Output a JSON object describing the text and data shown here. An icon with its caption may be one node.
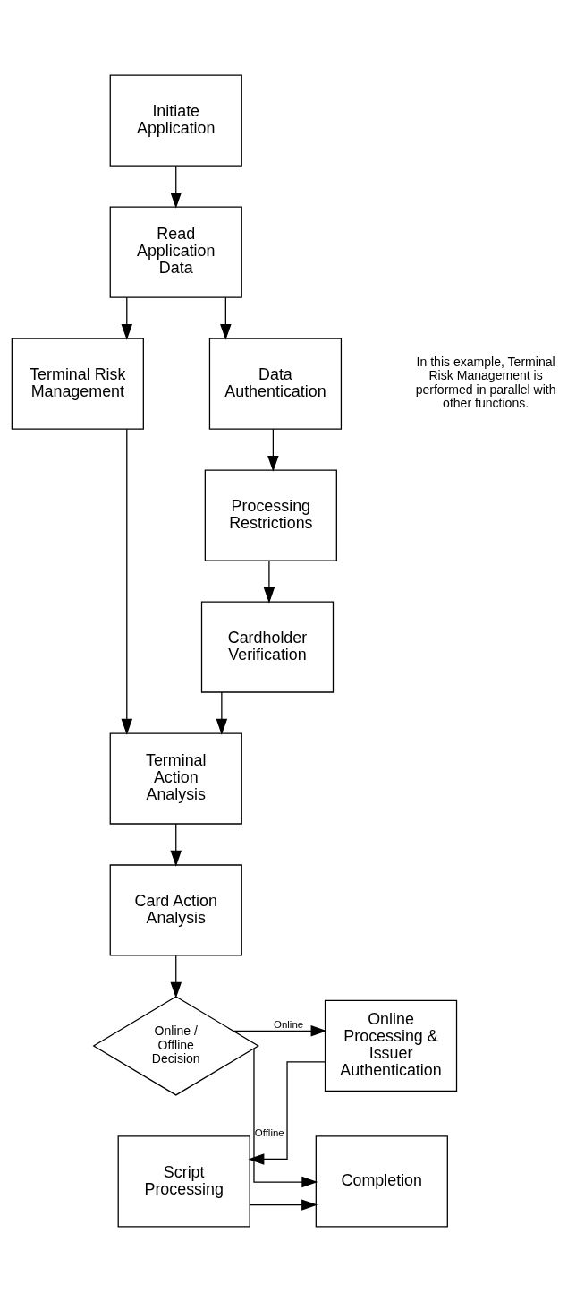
{
  "diagram": {
    "nodes": [
      {
        "text": [
          "Initiate Application"
        ]
      },
      {
        "text": [
          "Read Application Data"
        ]
      },
      {
        "text": [
          "Data Authentication"
        ]
      },
      {
        "text": [
          "Terminal Risk Management"
        ]
      },
      {
        "text": [
          "Processing Restrictions"
        ]
      },
      {
        "text": [
          "Cardholder Verification"
        ]
      },
      {
        "text": [
          "Terminal Action Analysis"
        ]
      },
      {
        "text": [
          "Card Action Analysis"
        ]
      },
      {
        "text": [
          "Online / Offline Decision"
        ]
      },
      {
        "text": [
          "Online Processing & Issuer Authentication"
        ]
      },
      {
        "text": [
          "Completion"
        ]
      },
      {
        "text": [
          "Script Processing"
        ]
      }
    ],
    "edges": [
      {
        "from": 0,
        "to": 1,
        "arrow": "to"
      },
      {
        "from": 1,
        "to": 2,
        "arrow": "to"
      },
      {
        "from": 1,
        "to": 3,
        "arrow": "to"
      },
      {
        "from": 2,
        "to": 4,
        "arrow": "to"
      },
      {
        "from": 4,
        "to": 5,
        "arrow": "to"
      },
      {
        "from": 5,
        "to": 6,
        "arrow": "to"
      },
      {
        "from": 3,
        "to": 6,
        "arrow": "to"
      },
      {
        "from": 6,
        "to": 7,
        "arrow": "to"
      },
      {
        "from": 7,
        "to": 8,
        "arrow": "to"
      },
      {
        "from": 8,
        "to": 9,
        "arrow": "to",
        "label": "Online"
      },
      {
        "from": 8,
        "to": 10,
        "arrow": "to",
        "label": "Offline"
      },
      {
        "from": 9,
        "to": 11,
        "arrow": "to"
      },
      {
        "from": 11,
        "to": 10,
        "arrow": "to"
      }
    ],
    "labels": [
      "In this example, Terminal Risk Management is performed in parallel with other functions."
    ]
  }
}
